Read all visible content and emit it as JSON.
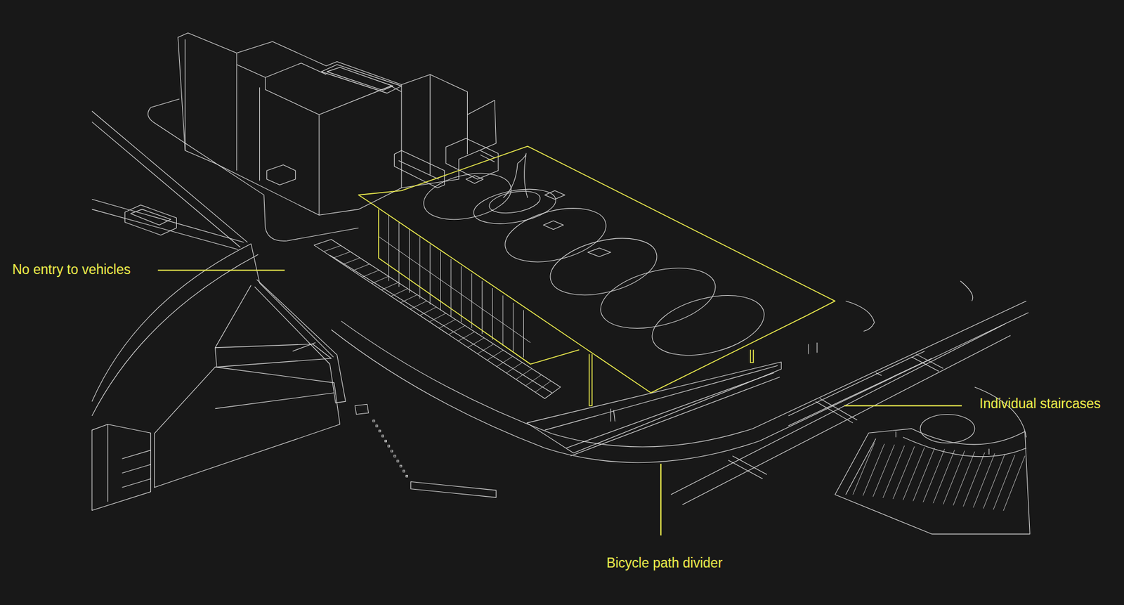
{
  "diagram": {
    "labels": [
      "No entry to vehicles",
      "Individual staircases",
      "Bicycle path divider"
    ]
  }
}
